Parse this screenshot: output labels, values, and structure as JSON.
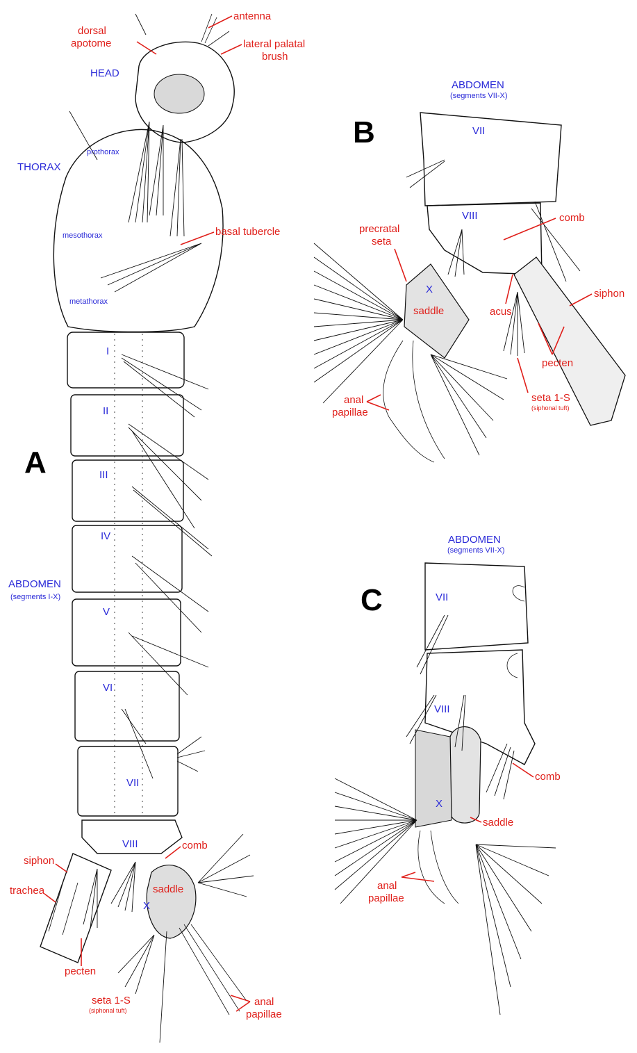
{
  "panels": {
    "a": {
      "letter": "A",
      "regions": {
        "head": "HEAD",
        "thorax": "THORAX",
        "abdomen": "ABDOMEN",
        "abdomen_sub": "(segments I-X)"
      },
      "thorax_parts": {
        "prothorax": "prothorax",
        "mesothorax": "mesothorax",
        "metathorax": "metathorax"
      },
      "segments": [
        "I",
        "II",
        "III",
        "IV",
        "V",
        "VI",
        "VII",
        "VIII",
        "X"
      ],
      "labels": {
        "antenna": "antenna",
        "dorsal_apotome": [
          "dorsal",
          "apotome"
        ],
        "lateral_palatal_brush": [
          "lateral palatal",
          "brush"
        ],
        "basal_tubercle": "basal tubercle",
        "comb": "comb",
        "siphon": "siphon",
        "trachea": "trachea",
        "saddle": "saddle",
        "pecten": "pecten",
        "seta_1s": "seta 1-S",
        "seta_1s_sub": "(siphonal tuft)",
        "anal_papillae": [
          "anal",
          "papillae"
        ]
      }
    },
    "b": {
      "letter": "B",
      "title": "ABDOMEN",
      "subtitle": "(segments VII-X)",
      "segments": [
        "VII",
        "VIII",
        "X"
      ],
      "labels": {
        "comb": "comb",
        "precratal_seta": [
          "precratal",
          "seta"
        ],
        "saddle": "saddle",
        "acus": "acus",
        "siphon": "siphon",
        "pecten": "pecten",
        "seta_1s": "seta 1-S",
        "seta_1s_sub": "(siphonal tuft)",
        "anal_papillae": [
          "anal",
          "papillae"
        ]
      }
    },
    "c": {
      "letter": "C",
      "title": "ABDOMEN",
      "subtitle": "(segments VII-X)",
      "segments": [
        "VII",
        "VIII",
        "X"
      ],
      "labels": {
        "comb": "comb",
        "saddle": "saddle",
        "anal_papillae": [
          "anal",
          "papillae"
        ]
      }
    }
  },
  "colors": {
    "annotation": "#e0201b",
    "region_label": "#2a2ad8",
    "line_art": "#111111"
  }
}
